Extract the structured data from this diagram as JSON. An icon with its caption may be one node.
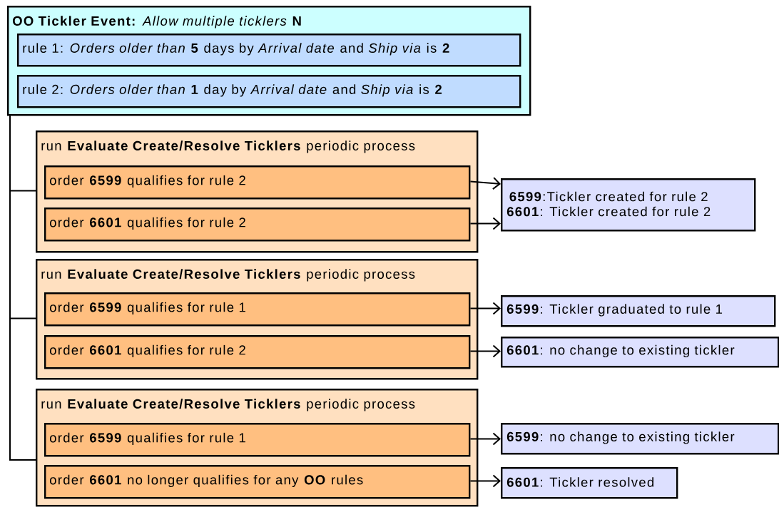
{
  "diagram": {
    "nodes": [
      {
        "text": [
          "**OO Tickler Event:** *Allow multiple ticklers* **N**"
        ]
      },
      {
        "text": [
          "rule 1: *Orders older than* **5** days by *Arrival date* and *Ship via* is **2**"
        ],
        "in": 0
      },
      {
        "text": [
          "rule 2: *Orders older than* **1** day by *Arrival date* and *Ship via* is **2**"
        ],
        "in": 0
      },
      {
        "text": [
          "run **Evaluate Create/Resolve Ticklers** periodic process"
        ]
      },
      {
        "text": [
          "order **6599** qualifies for rule 2"
        ],
        "in": 3
      },
      {
        "text": [
          "order **6601** qualifies for rule 2"
        ],
        "in": 3
      },
      {
        "text": [
          "**6599**:Tickler created for rule 2",
          "**6601**: Tickler created for rule 2"
        ]
      },
      {
        "text": [
          "run **Evaluate Create/Resolve Ticklers** periodic process"
        ]
      },
      {
        "text": [
          "order **6599** qualifies for rule 1"
        ],
        "in": 7
      },
      {
        "text": [
          "order **6601** qualifies for rule 2"
        ],
        "in": 7
      },
      {
        "text": [
          "**6599**: Tickler graduated to rule 1"
        ]
      },
      {
        "text": [
          "**6601**: no change to existing tickler"
        ]
      },
      {
        "text": [
          "run **Evaluate Create/Resolve Ticklers** periodic process"
        ]
      },
      {
        "text": [
          "order **6599** qualifies for rule 1"
        ],
        "in": 12
      },
      {
        "text": [
          "order **6601** no longer qualifies for any **OO** rules"
        ],
        "in": 12
      },
      {
        "text": [
          "**6599**: no change to existing tickler"
        ]
      },
      {
        "text": [
          "**6601**: Tickler resolved"
        ]
      }
    ],
    "edges": [
      {
        "from": 0,
        "to": 3,
        "arrow": "none"
      },
      {
        "from": 0,
        "to": 7,
        "arrow": "none"
      },
      {
        "from": 0,
        "to": 12,
        "arrow": "none"
      },
      {
        "from": 4,
        "to": 6,
        "arrow": "to"
      },
      {
        "from": 5,
        "to": 6,
        "arrow": "to"
      },
      {
        "from": 8,
        "to": 10,
        "arrow": "to"
      },
      {
        "from": 9,
        "to": 11,
        "arrow": "to"
      },
      {
        "from": 13,
        "to": 15,
        "arrow": "to"
      },
      {
        "from": 14,
        "to": 16,
        "arrow": "to"
      }
    ]
  }
}
